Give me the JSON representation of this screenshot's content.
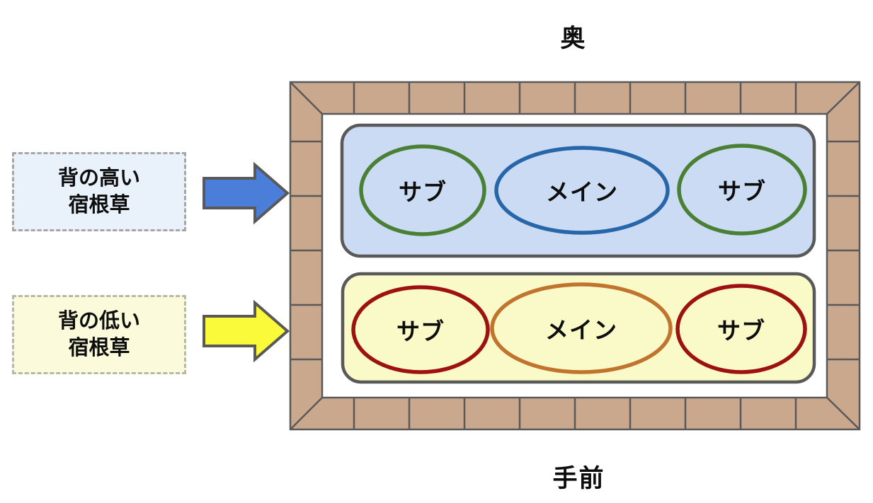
{
  "labels": {
    "back": "奥",
    "front": "手前"
  },
  "legend": {
    "tall": {
      "label": "背の高い\n宿根草",
      "bg": "#E9F2FB",
      "arrow_color": "#4B7ED8"
    },
    "short": {
      "label": "背の低い\n宿根草",
      "bg": "#FBFBDC",
      "arrow_color": "#FAF93A"
    }
  },
  "bed": {
    "brick_color": "#C9A88E",
    "outline_color": "#595959",
    "inner_color": "#FFFFFF",
    "rows": [
      {
        "bg": "#CBDBF3",
        "plants": [
          {
            "label": "サブ",
            "color": "#4A8034"
          },
          {
            "label": "メイン",
            "color": "#2766A8"
          },
          {
            "label": "サブ",
            "color": "#4A8034"
          }
        ]
      },
      {
        "bg": "#FAFAC8",
        "plants": [
          {
            "label": "サブ",
            "color": "#9E1111"
          },
          {
            "label": "メイン",
            "color": "#C0742E"
          },
          {
            "label": "サブ",
            "color": "#9E1111"
          }
        ]
      }
    ]
  }
}
